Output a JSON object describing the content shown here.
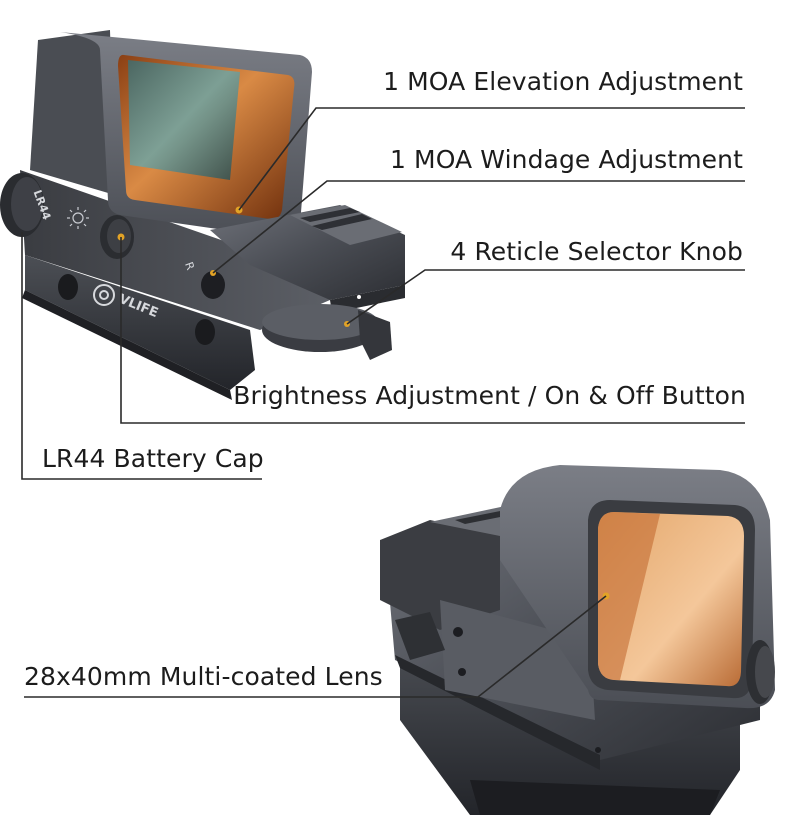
{
  "callouts": {
    "elevation": "1 MOA Elevation Adjustment",
    "windage": "1 MOA Windage Adjustment",
    "reticle": "4 Reticle Selector Knob",
    "brightness": "Brightness Adjustment / On & Off Button",
    "battery": "LR44 Battery Cap",
    "lens": "28x40mm Multi-coated Lens"
  },
  "engravings": {
    "brand": "VLIFE",
    "battery_cap": "LR44",
    "windage_mark": "R"
  },
  "colors": {
    "body": "#55585f",
    "body_dark": "#2b2d31",
    "lens_amber": "#c06a2a",
    "leader_line": "#2a2a2a",
    "dot": "#e2a326"
  }
}
